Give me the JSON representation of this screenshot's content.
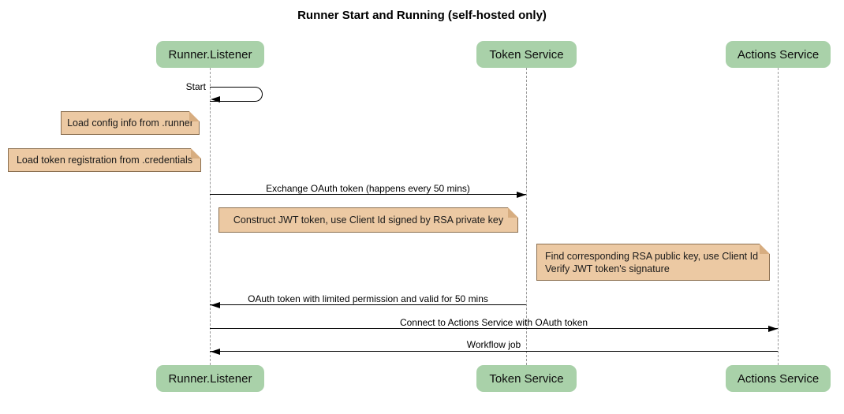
{
  "title": "Runner Start and Running (self-hosted only)",
  "actors": [
    {
      "id": "runner-listener",
      "name": "Runner.Listener"
    },
    {
      "id": "token-service",
      "name": "Token Service"
    },
    {
      "id": "actions-service",
      "name": "Actions Service"
    }
  ],
  "messages": [
    {
      "label": "Start",
      "from": "Runner.Listener",
      "to": "Runner.Listener",
      "kind": "self"
    },
    {
      "label": "Exchange OAuth token (happens every 50 mins)",
      "from": "Runner.Listener",
      "to": "Token Service",
      "kind": "solid-right"
    },
    {
      "label": "OAuth token with limited permission and valid for 50 mins",
      "from": "Token Service",
      "to": "Runner.Listener",
      "kind": "solid-left"
    },
    {
      "label": "Connect to Actions Service with OAuth token",
      "from": "Runner.Listener",
      "to": "Actions Service",
      "kind": "solid-right"
    },
    {
      "label": "Workflow job",
      "from": "Actions Service",
      "to": "Runner.Listener",
      "kind": "solid-left"
    }
  ],
  "notes": [
    {
      "text": "Load config info from .runner",
      "over": "left of Runner.Listener"
    },
    {
      "text": "Load token registration from .credentials",
      "over": "left of Runner.Listener"
    },
    {
      "text": "Construct JWT token, use Client Id signed by RSA private key",
      "over": "Runner.Listener to Token Service"
    },
    {
      "line1": "Find corresponding RSA public key, use Client Id",
      "line2": "Verify JWT token's signature",
      "over": "Token Service to Actions Service"
    }
  ],
  "colors": {
    "actor_fill": "#a9d1a9",
    "note_fill": "#ecc9a3",
    "note_border": "#8b6f50",
    "note_fold": "#d7ad80",
    "lifeline": "#999999",
    "line": "#000000",
    "background": "#ffffff"
  }
}
